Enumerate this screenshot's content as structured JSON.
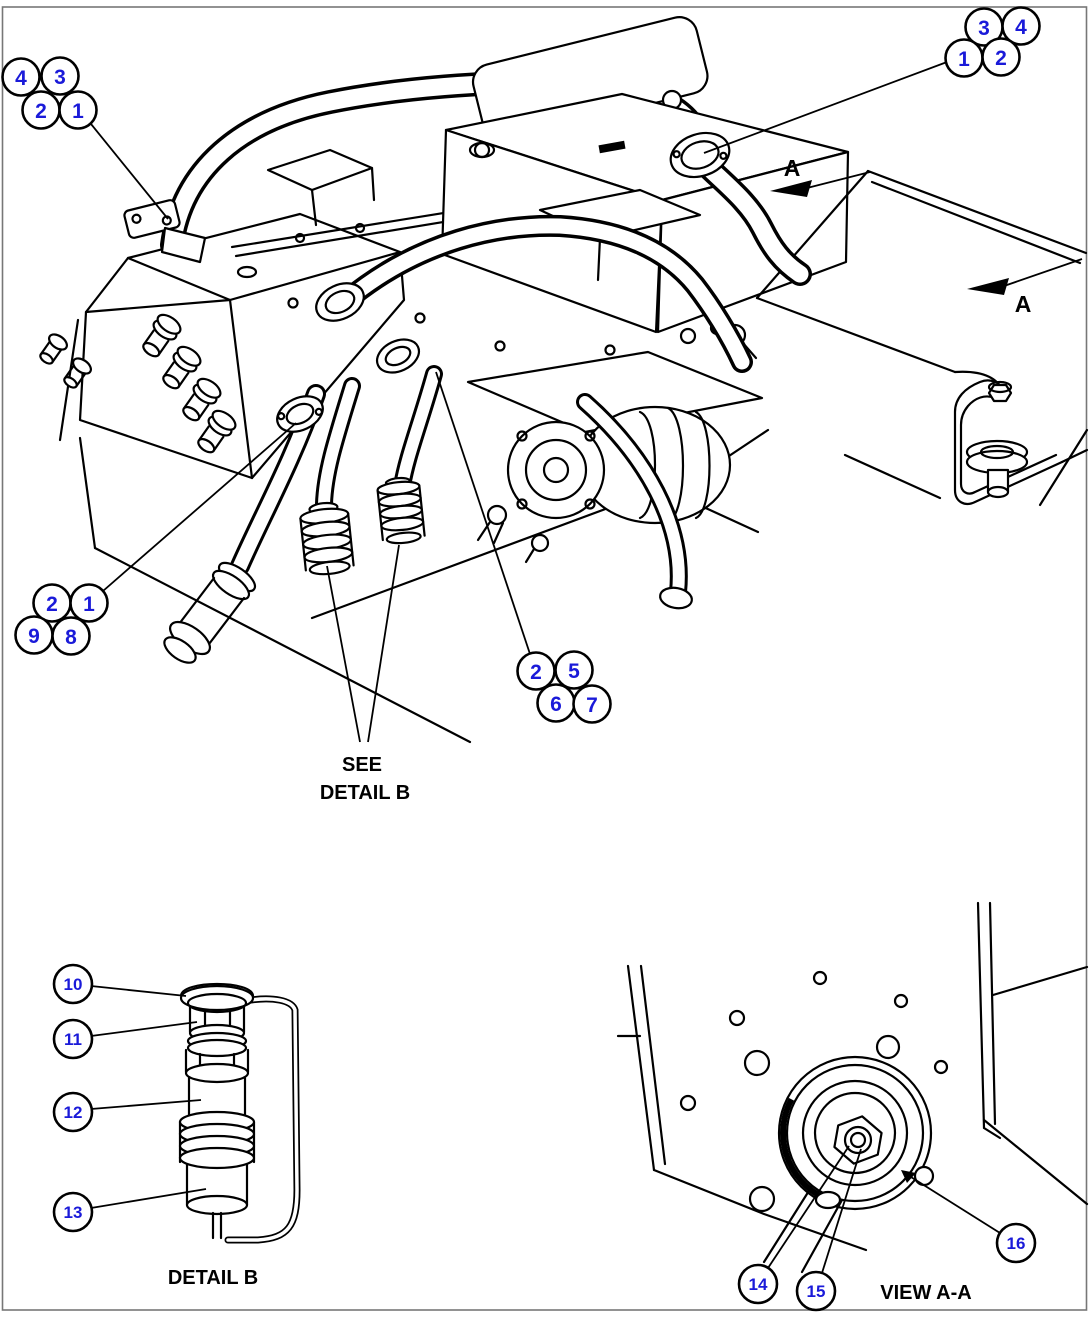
{
  "colors": {
    "line": "#000000",
    "background": "#ffffff",
    "balloon_number": "#1a1ad9"
  },
  "balloons": {
    "tl4": "4",
    "tl3": "3",
    "tl2": "2",
    "tl1": "1",
    "tr3": "3",
    "tr4": "4",
    "tr1": "1",
    "tr2": "2",
    "lm2": "2",
    "lm1": "1",
    "lm9": "9",
    "lm8": "8",
    "mid2": "2",
    "mid5": "5",
    "mid6": "6",
    "mid7": "7",
    "d10": "10",
    "d11": "11",
    "d12": "12",
    "d13": "13",
    "v14": "14",
    "v15": "15",
    "v16": "16"
  },
  "labels": {
    "see_line1": "SEE",
    "see_line2": "DETAIL B",
    "detail_b_caption": "DETAIL B",
    "view_aa_caption": "VIEW A-A",
    "section_arrow_top": "A",
    "section_arrow_bottom": "A"
  }
}
